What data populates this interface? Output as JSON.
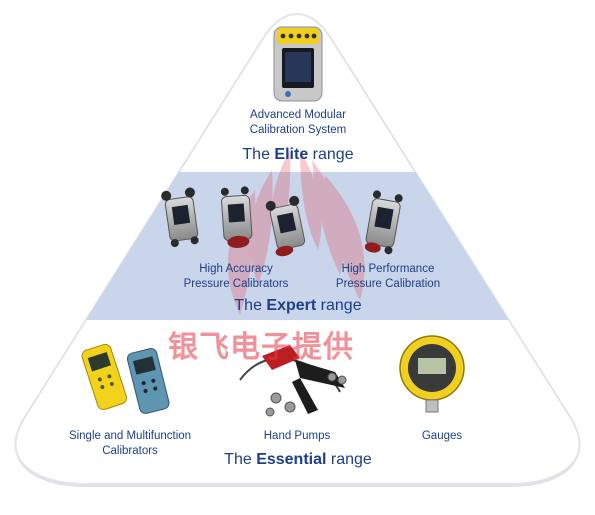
{
  "tiers": {
    "elite": {
      "caption": [
        "Advanced Modular",
        "Calibration System"
      ],
      "range_prefix": "The ",
      "range_name": "Elite",
      "range_suffix": " range"
    },
    "expert": {
      "caption_left": [
        "High Accuracy",
        "Pressure Calibrators"
      ],
      "caption_right": [
        "High Performance",
        "Pressure Calibration"
      ],
      "range_prefix": "The ",
      "range_name": "Expert",
      "range_suffix": " range"
    },
    "essential": {
      "caption_left": [
        "Single and Multifunction",
        "Calibrators"
      ],
      "caption_middle": "Hand Pumps",
      "caption_right": "Gauges",
      "range_prefix": "The ",
      "range_name": "Essential",
      "range_suffix": " range"
    }
  },
  "watermark": "银飞电子提供",
  "colors": {
    "text_blue": "#1d3f86",
    "band_blue": "#c9d5ea",
    "triangle_border": "#e2e4ea",
    "watermark_red": "#e63a4a",
    "device_yellow": "#f2d21a",
    "device_blue": "#5e95b0"
  }
}
